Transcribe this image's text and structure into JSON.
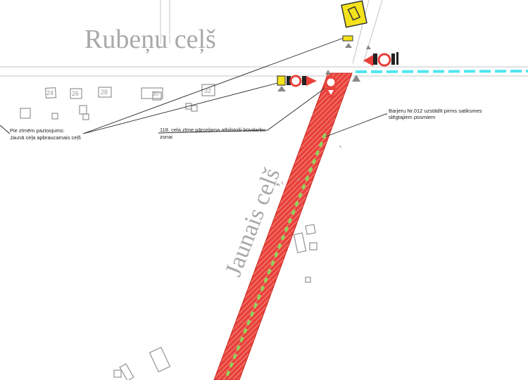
{
  "streets": {
    "rubenu": "Rubeņu ceļš",
    "jaunais": "Jaunais ceļš"
  },
  "plot_numbers": [
    "24",
    "26",
    "28",
    "30",
    "32"
  ],
  "annotations": {
    "notice_line1": "Pie zīmēm paziņojums:",
    "notice_line2": "Jaunā ceļa apbraucamais ceļš",
    "sign118_line1": "118. ceļa zīme pārceļama atbilstoši būvdarbu",
    "sign118_line2": "zonai",
    "barrier_line1": "Barjeru Nr.012 uzstādīt pirms satiksmes",
    "barrier_line2": "slēgtajiem posmiem"
  },
  "colors": {
    "closed_road": "#e8413a",
    "route_arrow": "#8fd45a",
    "detour_line": "#4fe6ee",
    "sign_yellow": "#f4e21a",
    "street_label": "#a9a9a9"
  }
}
